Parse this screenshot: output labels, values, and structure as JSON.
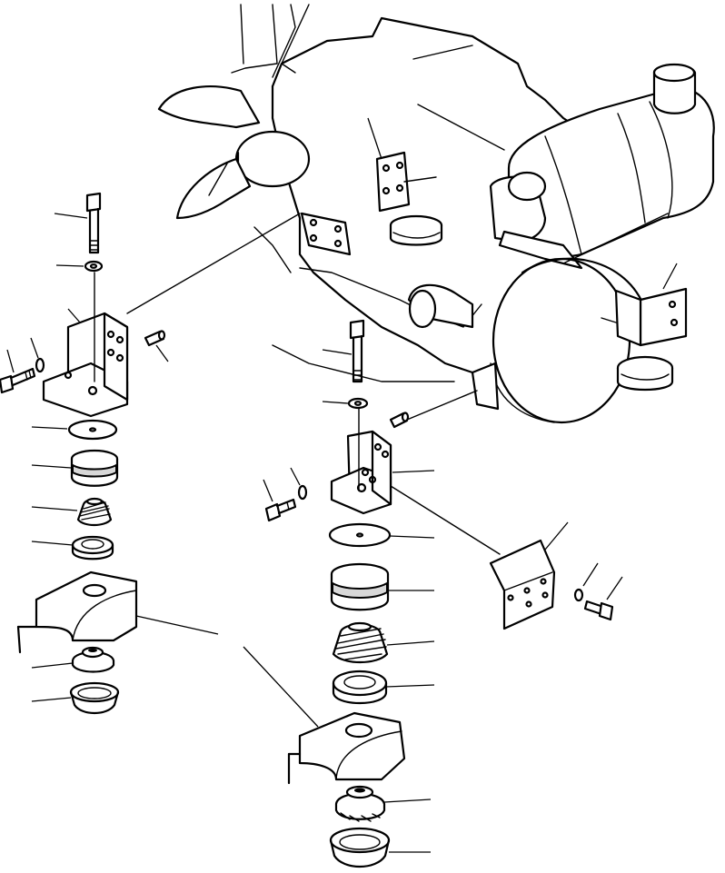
{
  "diagram": {
    "parts": [
      {
        "id": "engine-block",
        "kind": "assembly"
      },
      {
        "id": "cooling-fan",
        "kind": "assembly"
      },
      {
        "id": "air-cleaner",
        "kind": "assembly"
      },
      {
        "id": "flywheel-housing",
        "kind": "assembly"
      },
      {
        "id": "rear-mount-bracket-right",
        "kind": "part"
      },
      {
        "id": "rear-mount-cushion-right",
        "kind": "part"
      },
      {
        "id": "front-mount-bracket-left",
        "kind": "part"
      },
      {
        "id": "front-bolt-left",
        "kind": "part"
      },
      {
        "id": "front-washer-left",
        "kind": "part"
      },
      {
        "id": "front-side-bolt-left",
        "kind": "part"
      },
      {
        "id": "front-side-washer-left",
        "kind": "part"
      },
      {
        "id": "front-dowel-left",
        "kind": "part"
      },
      {
        "id": "front-plate-left",
        "kind": "part"
      },
      {
        "id": "front-upper-cushion-left",
        "kind": "part"
      },
      {
        "id": "front-spring-left",
        "kind": "part"
      },
      {
        "id": "front-lower-ring-left",
        "kind": "part"
      },
      {
        "id": "front-support-left",
        "kind": "part"
      },
      {
        "id": "front-lower-cushion-left",
        "kind": "part"
      },
      {
        "id": "front-cup-left",
        "kind": "part"
      },
      {
        "id": "center-bolt",
        "kind": "part"
      },
      {
        "id": "center-washer",
        "kind": "part"
      },
      {
        "id": "center-dowel",
        "kind": "part"
      },
      {
        "id": "center-bracket",
        "kind": "part"
      },
      {
        "id": "center-side-bolt",
        "kind": "part"
      },
      {
        "id": "center-side-washer",
        "kind": "part"
      },
      {
        "id": "center-plate",
        "kind": "part"
      },
      {
        "id": "center-upper-cushion",
        "kind": "part"
      },
      {
        "id": "center-spring",
        "kind": "part"
      },
      {
        "id": "center-lower-ring",
        "kind": "part"
      },
      {
        "id": "center-support",
        "kind": "part"
      },
      {
        "id": "center-lower-cushion",
        "kind": "part"
      },
      {
        "id": "center-cup",
        "kind": "part"
      },
      {
        "id": "guard-plate",
        "kind": "part"
      },
      {
        "id": "guard-washer",
        "kind": "part"
      },
      {
        "id": "guard-bolt",
        "kind": "part"
      }
    ]
  }
}
